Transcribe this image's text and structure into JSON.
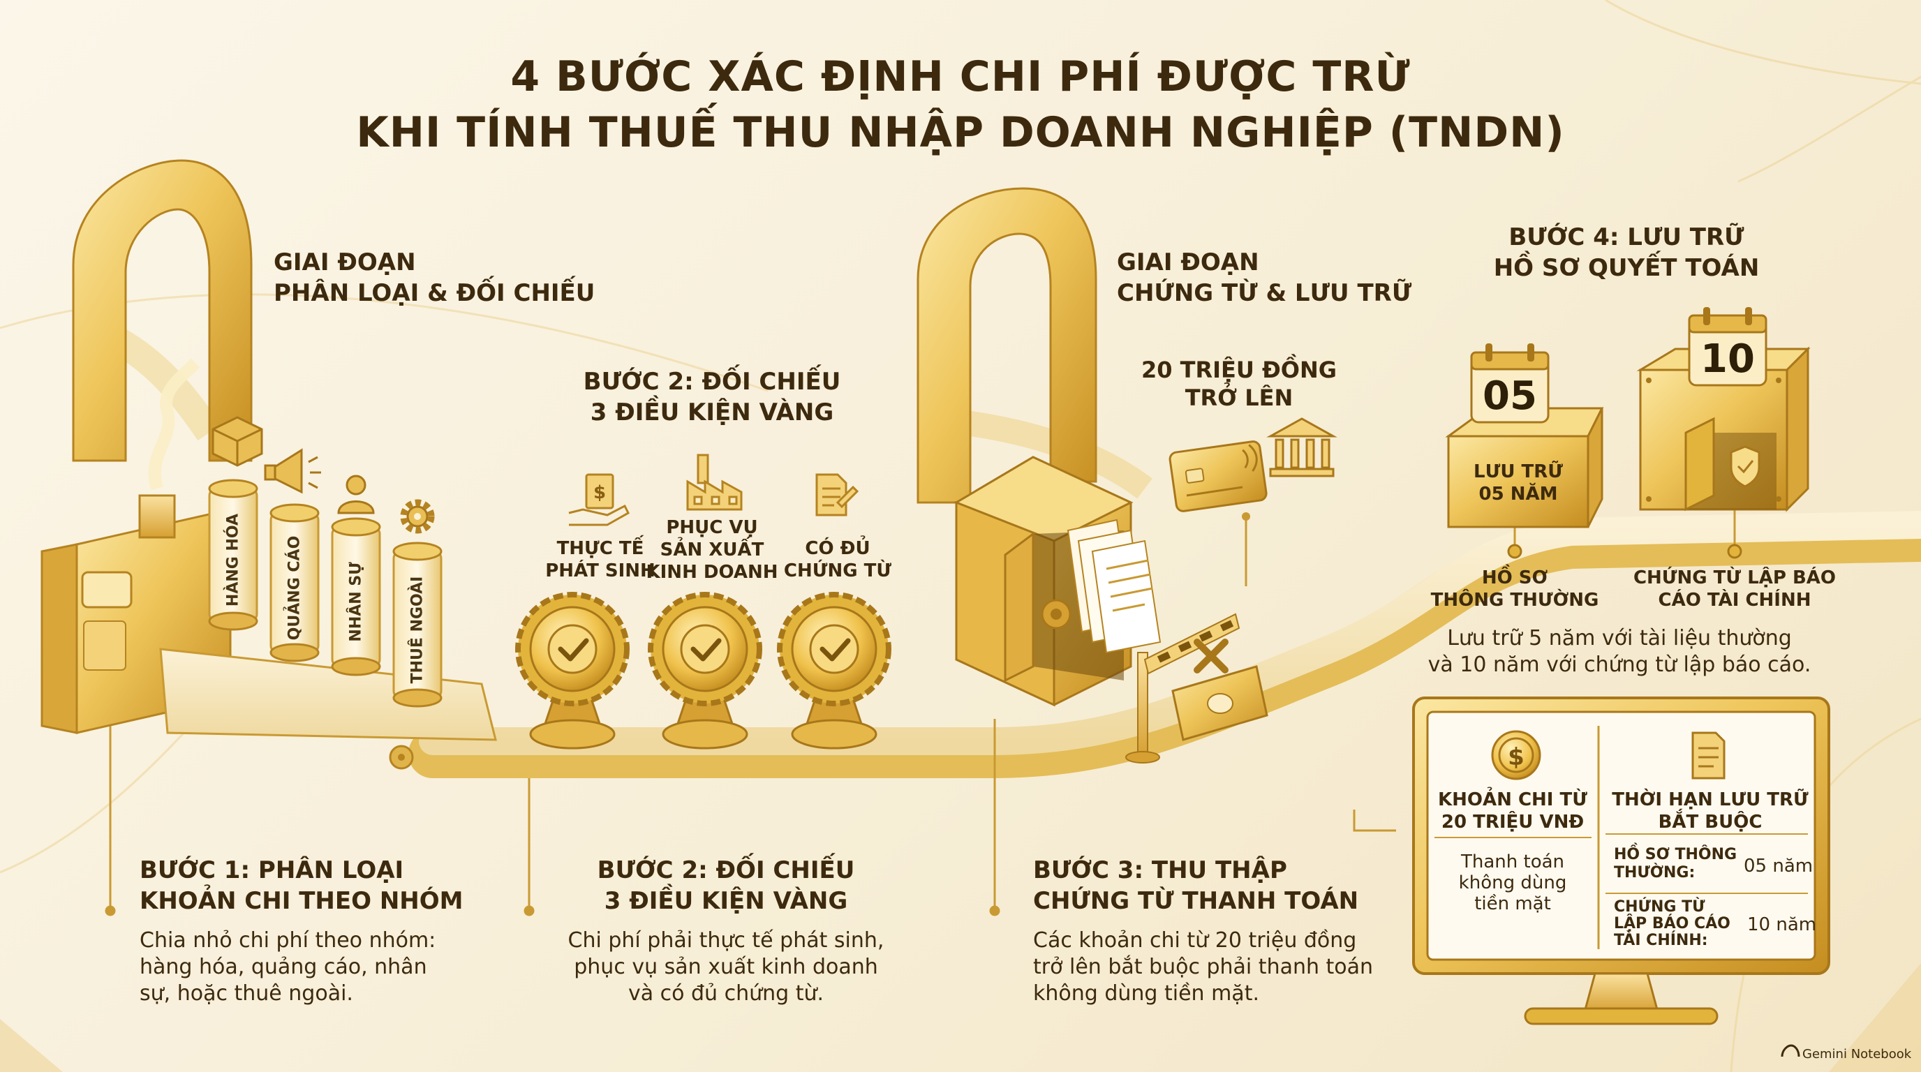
{
  "title": {
    "line1": "4 BƯỚC XÁC ĐỊNH CHI PHÍ ĐƯỢC TRỪ",
    "line2": "KHI TÍNH THUẾ THU NHẬP DOANH NGHIỆP (TNDN)"
  },
  "stage1": {
    "line1": "GIAI ĐOẠN",
    "line2": "PHÂN LOẠI & ĐỐI CHIẾU"
  },
  "stage2": {
    "line1": "GIAI ĐOẠN",
    "line2": "CHỨNG TỪ & LƯU TRỮ"
  },
  "tubes": [
    "HÀNG HÓA",
    "QUẢNG CÁO",
    "NHÂN SỰ",
    "THUÊ NGOÀI"
  ],
  "top_step2": {
    "line1": "BƯỚC 2: ĐỐI CHIẾU",
    "line2": "3 ĐIỀU KIỆN VÀNG"
  },
  "conditions": [
    {
      "line1": "THỰC TẾ",
      "line2": "PHÁT SINH",
      "line3": "",
      "icon": "receipt-hand-icon"
    },
    {
      "line1": "PHỤC VỤ",
      "line2": "SẢN XUẤT",
      "line3": "KINH DOANH",
      "icon": "factory-icon"
    },
    {
      "line1": "CÓ ĐỦ",
      "line2": "CHỨNG TỪ",
      "line3": "",
      "icon": "document-icon"
    }
  ],
  "threshold": {
    "line1": "20 TRIỆU ĐỒNG",
    "line2": "TRỞ LÊN"
  },
  "step4_top": {
    "line1": "BƯỚC 4: LƯU TRỮ",
    "line2": "HỒ SƠ QUYẾT TOÁN"
  },
  "calendars": [
    {
      "number": "05",
      "label1": "LƯU TRỮ",
      "label2": "05 NĂM"
    },
    {
      "number": "10"
    }
  ],
  "doc_types": [
    {
      "line1": "HỒ SƠ",
      "line2": "THÔNG THƯỜNG"
    },
    {
      "line1": "CHỨNG TỪ LẬP BÁO",
      "line2": "CÁO TÀI CHÍNH"
    }
  ],
  "storage_note": {
    "line1": "Lưu trữ 5 năm với tài liệu thường",
    "line2": "và 10 năm với chứng từ lập báo cáo."
  },
  "steps": [
    {
      "h1": "BƯỚC 1: PHÂN LOẠI",
      "h2": "KHOẢN CHI THEO NHÓM",
      "b1": "Chia nhỏ chi phí theo nhóm:",
      "b2": "hàng hóa, quảng cáo, nhân",
      "b3": "sự, hoặc thuê ngoài."
    },
    {
      "h1": "BƯỚC 2: ĐỐI CHIẾU",
      "h2": "3 ĐIỀU KIỆN VÀNG",
      "b1": "Chi phí phải thực tế phát sinh,",
      "b2": "phục vụ sản xuất kinh doanh",
      "b3": "và có đủ chứng từ."
    },
    {
      "h1": "BƯỚC 3: THU THẬP",
      "h2": "CHỨNG TỪ THANH TOÁN",
      "b1": "Các khoản chi từ 20 triệu đồng",
      "b2": "trở lên bắt buộc phải thanh toán",
      "b3": "không dùng tiền mặt."
    }
  ],
  "monitor": {
    "left_h1": "KHOẢN CHI TỪ",
    "left_h2": "20 TRIỆU VNĐ",
    "left_b1": "Thanh toán",
    "left_b2": "không dùng",
    "left_b3": "tiền mặt",
    "right_h1": "THỜI HẠN LƯU TRỮ",
    "right_h2": "BẮT BUỘC",
    "row1_l1": "HỒ SƠ THÔNG",
    "row1_l2": "THƯỜNG:",
    "row1_v": "05 năm",
    "row2_l1": "CHỨNG TỪ",
    "row2_l2": "LẬP BÁO CÁO",
    "row2_l3": "TÀI CHÍNH:",
    "row2_v": "10 năm"
  },
  "footer": {
    "brand": "Gemini Notebook"
  },
  "colors": {
    "gold_light": "#f6d77a",
    "gold": "#e3b43c",
    "gold_dark": "#b07d17",
    "text": "#3d2a0e"
  }
}
